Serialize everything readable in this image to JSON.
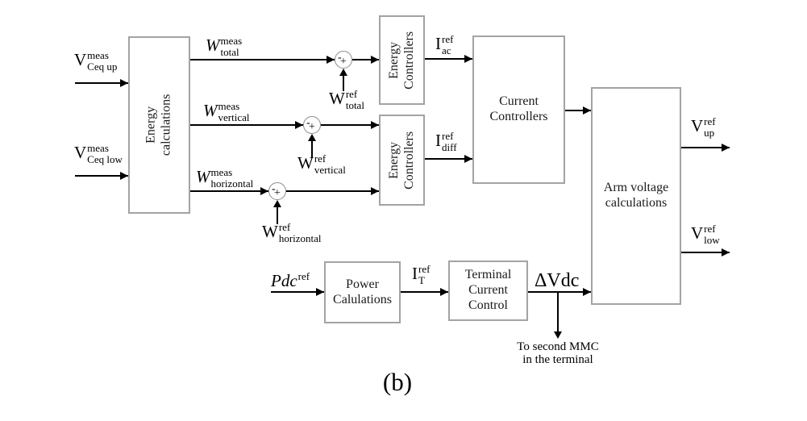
{
  "caption": "(b)",
  "colors": {
    "line": "#000000",
    "box_border": "#a3a3a3",
    "background": "#ffffff"
  },
  "blocks": {
    "energy_calculations": {
      "line1": "Energy",
      "line2": "calculations"
    },
    "energy_controllers_1": {
      "line1": "Energy",
      "line2": "Controllers"
    },
    "energy_controllers_2": {
      "line1": "Energy",
      "line2": "Controllers"
    },
    "current_controllers": {
      "line1": "Current",
      "line2": "Controllers"
    },
    "arm_voltage_calculations": {
      "line1": "Arm voltage",
      "line2": "calculations"
    },
    "power_calculations": {
      "line1": "Power",
      "line2": "Calulations"
    },
    "terminal_current_control": {
      "line1": "Terminal",
      "line2": "Current",
      "line3": "Control"
    }
  },
  "signals": {
    "v_ceq_up_meas": {
      "base": "V",
      "sup": "meas",
      "sub": "Ceq up"
    },
    "v_ceq_low_meas": {
      "base": "V",
      "sup": "meas",
      "sub": "Ceq low"
    },
    "w_total_meas": {
      "base": "W",
      "sup": "meas",
      "sub": "total"
    },
    "w_vertical_meas": {
      "base": "W",
      "sup": "meas",
      "sub": "vertical"
    },
    "w_horizontal_meas": {
      "base": "W",
      "sup": "meas",
      "sub": "horizontal"
    },
    "w_total_ref": {
      "base": "W",
      "sup": "ref",
      "sub": "total"
    },
    "w_vertical_ref": {
      "base": "W",
      "sup": "ref",
      "sub": "vertical"
    },
    "w_horizontal_ref": {
      "base": "W",
      "sup": "ref",
      "sub": "horizontal"
    },
    "i_ac_ref": {
      "base": "I",
      "sup": "ref",
      "sub": "ac"
    },
    "i_diff_ref": {
      "base": "I",
      "sup": "ref",
      "sub": "diff"
    },
    "pdc_ref": {
      "base": "Pdc",
      "sup": "ref",
      "sub": ""
    },
    "i_t_ref": {
      "base": "I",
      "sup": "ref",
      "sub": "T"
    },
    "delta_vdc": {
      "base": "ΔVdc"
    },
    "v_up_ref": {
      "base": "V",
      "sup": "ref",
      "sub": "up"
    },
    "v_low_ref": {
      "base": "V",
      "sup": "ref",
      "sub": "low"
    }
  },
  "sum": {
    "minus": "-",
    "plus": "+"
  },
  "notes": {
    "to_second_mmc_line1": "To second MMC",
    "to_second_mmc_line2": "in the terminal"
  }
}
